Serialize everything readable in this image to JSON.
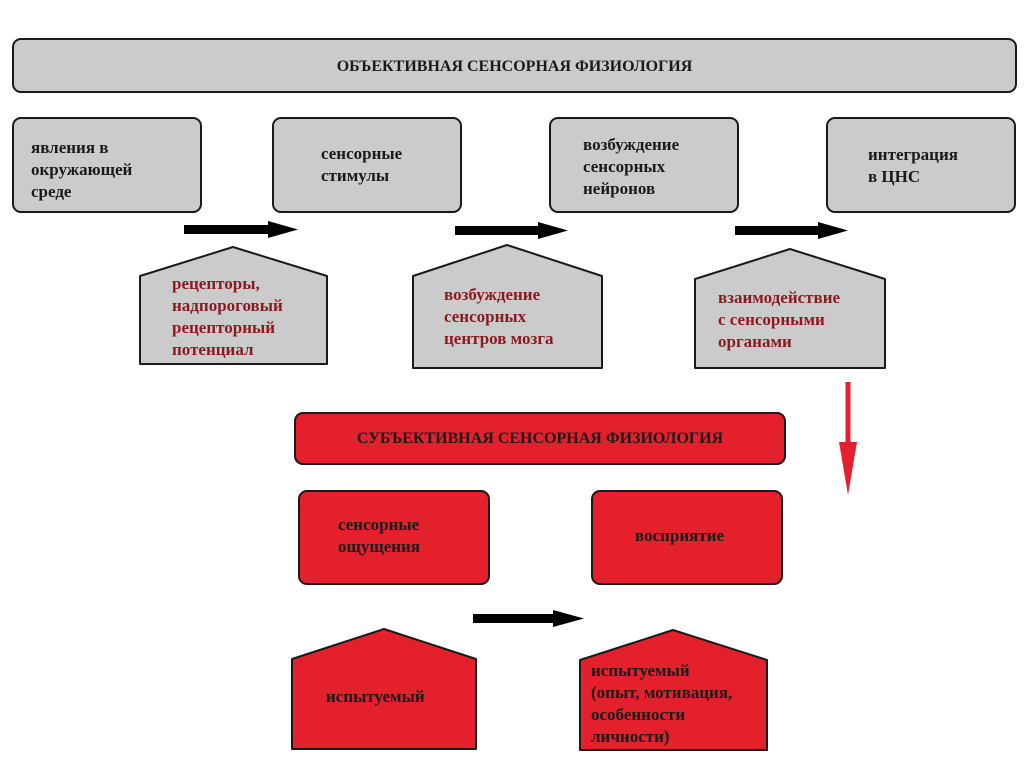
{
  "objective": {
    "title": "ОБЪЕКТИВНАЯ СЕНСОРНАЯ ФИЗИОЛОГИЯ",
    "steps": [
      "явления в\nокружающей\nсреде",
      "сенсорные\nстимулы",
      "возбуждение\nсенсорных\nнейронов",
      "интеграция\nв ЦНС"
    ],
    "links": [
      "рецепторы,\nнадпороговый\nрецепторный\nпотенциал",
      "возбуждение\nсенсорных\nцентров мозга",
      "взаимодействие\nс сенсорными\nорганами"
    ]
  },
  "subjective": {
    "title": "СУБЪЕКТИВНАЯ СЕНСОРНАЯ ФИЗИОЛОГИЯ",
    "steps": [
      "сенсорные\nощущения",
      "восприятие"
    ],
    "links": [
      "испытуемый",
      "испытуемый\n(опыт, мотивация,\nособенности\nличности)"
    ]
  },
  "colors": {
    "grey": "#cbcbcb",
    "red": "#e3202c",
    "dark_red_text": "#8b1a1f",
    "arrow_black": "#000000"
  }
}
